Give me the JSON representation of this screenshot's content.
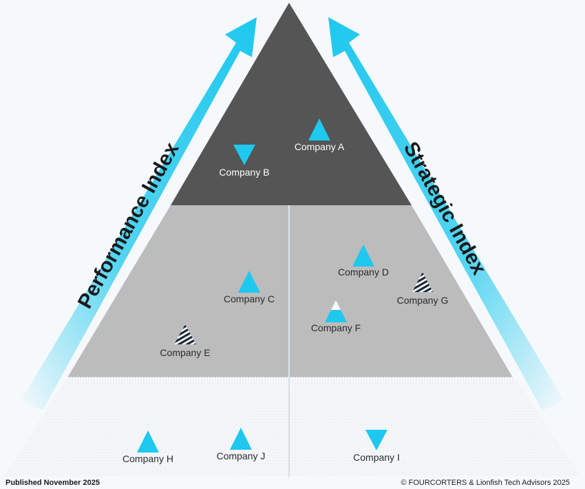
{
  "axes": {
    "left": "Performance Index",
    "right": "Strategic Index"
  },
  "companies": {
    "a": {
      "name": "Company A",
      "marker": "triangle-up",
      "color": "#1ec8ee"
    },
    "b": {
      "name": "Company B",
      "marker": "triangle-down",
      "color": "#1ec8ee"
    },
    "c": {
      "name": "Company C",
      "marker": "triangle-up",
      "color": "#1ec8ee"
    },
    "d": {
      "name": "Company D",
      "marker": "triangle-up",
      "color": "#1ec8ee"
    },
    "e": {
      "name": "Company E",
      "marker": "triangle-up-striped",
      "color": "#1a2a3a"
    },
    "f": {
      "name": "Company F",
      "marker": "triangle-up-half-white",
      "color": "#1ec8ee"
    },
    "g": {
      "name": "Company G",
      "marker": "triangle-up-striped",
      "color": "#1a2a3a"
    },
    "h": {
      "name": "Company H",
      "marker": "triangle-up",
      "color": "#1ec8ee"
    },
    "i": {
      "name": "Company I",
      "marker": "triangle-down",
      "color": "#1ec8ee"
    },
    "j": {
      "name": "Company J",
      "marker": "triangle-up",
      "color": "#1ec8ee"
    }
  },
  "colors": {
    "accent": "#1ec8ee",
    "top_tier": "#545554",
    "middle_tier": "#bcbcbc",
    "bottom_tier": "#f2f4f6"
  },
  "footer": {
    "published": "Published November 2025",
    "copyright": "© FOURCORTERS & Lionfish Tech Advisors 2025"
  }
}
